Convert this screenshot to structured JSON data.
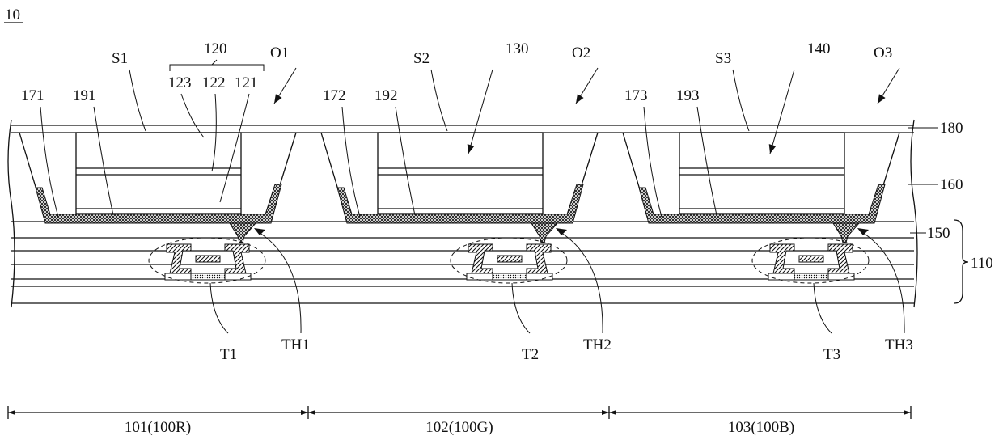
{
  "figure_label": "10",
  "pixels": [
    {
      "opening": "O1",
      "surface": "S1",
      "bank_edge": "171",
      "electrode": "191",
      "emitter_group": "120",
      "emitter_layers": [
        "123",
        "122",
        "121"
      ],
      "via": "TH1",
      "transistor": "T1",
      "region": "101(100R)"
    },
    {
      "opening": "O2",
      "surface": "S2",
      "bank_edge": "172",
      "electrode": "192",
      "emitter_group": "130",
      "via": "TH2",
      "transistor": "T2",
      "region": "102(100G)"
    },
    {
      "opening": "O3",
      "surface": "S3",
      "bank_edge": "173",
      "electrode": "193",
      "emitter_group": "140",
      "via": "TH3",
      "transistor": "T3",
      "region": "103(100B)"
    }
  ],
  "layers": {
    "top": "180",
    "bank": "160",
    "planarization": "150",
    "substrate": "110"
  }
}
